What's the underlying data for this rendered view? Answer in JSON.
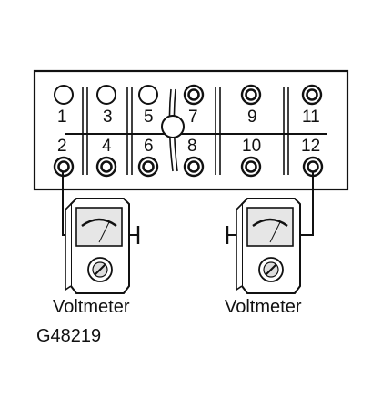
{
  "diagram": {
    "terminals": [
      {
        "id": "1",
        "label": "1",
        "style": "open"
      },
      {
        "id": "2",
        "label": "2",
        "style": "ring"
      },
      {
        "id": "3",
        "label": "3",
        "style": "open"
      },
      {
        "id": "4",
        "label": "4",
        "style": "ring"
      },
      {
        "id": "5",
        "label": "5",
        "style": "open"
      },
      {
        "id": "6",
        "label": "6",
        "style": "ring"
      },
      {
        "id": "7",
        "label": "7",
        "style": "ring"
      },
      {
        "id": "8",
        "label": "8",
        "style": "ring"
      },
      {
        "id": "9",
        "label": "9",
        "style": "ring"
      },
      {
        "id": "10",
        "label": "10",
        "style": "ring"
      },
      {
        "id": "11",
        "label": "11",
        "style": "ring"
      },
      {
        "id": "12",
        "label": "12",
        "style": "ring"
      }
    ],
    "meters": [
      {
        "label": "Voltmeter",
        "connected_terminal": "2"
      },
      {
        "label": "Voltmeter",
        "connected_terminal": "12"
      }
    ],
    "figure_code": "G48219",
    "colors": {
      "ink": "#111111",
      "panel": "#ffffff",
      "meter_face": "#e6e6e6"
    }
  }
}
